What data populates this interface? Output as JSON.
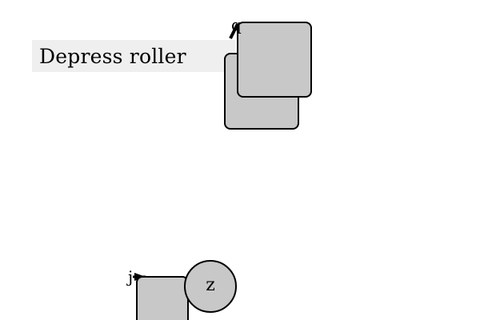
{
  "tooltip": {
    "label": "Depress roller"
  },
  "labels": {
    "top_connector": "q",
    "bottom_connector": "j",
    "circle": "z"
  },
  "colors": {
    "shape_fill": "#c8c8c8",
    "shape_stroke": "#000000",
    "tooltip_bg": "#efefef"
  }
}
